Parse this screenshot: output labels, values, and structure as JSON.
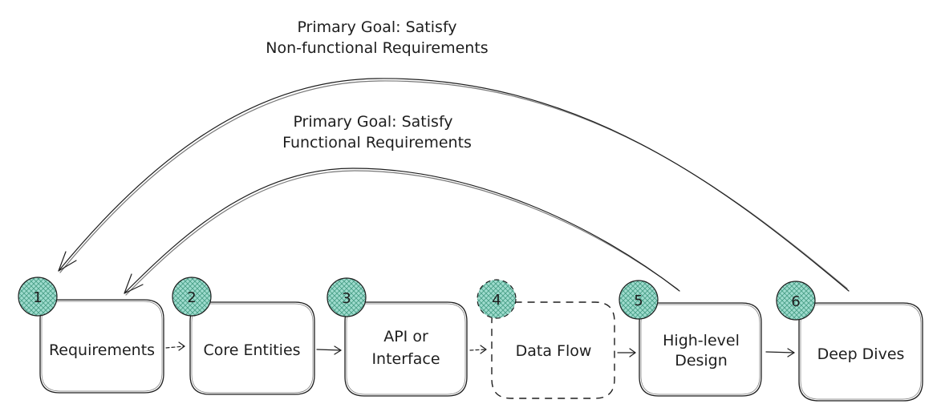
{
  "annotations": {
    "non_functional": [
      "Primary Goal: Satisfy",
      "Non-functional Requirements"
    ],
    "functional": [
      "Primary Goal: Satisfy",
      "Functional Requirements"
    ]
  },
  "steps": [
    {
      "number": "1",
      "label": [
        "Requirements"
      ],
      "dashed": false
    },
    {
      "number": "2",
      "label": [
        "Core Entities"
      ],
      "dashed": false
    },
    {
      "number": "3",
      "label": [
        "API or",
        "Interface"
      ],
      "dashed": false
    },
    {
      "number": "4",
      "label": [
        "Data Flow"
      ],
      "dashed": true
    },
    {
      "number": "5",
      "label": [
        "High-level",
        "Design"
      ],
      "dashed": false
    },
    {
      "number": "6",
      "label": [
        "Deep Dives"
      ],
      "dashed": false
    }
  ],
  "colors": {
    "stroke": "#1e1e1e",
    "badge_fill": "#b2f2e5",
    "badge_hatch": "#0c8599"
  }
}
